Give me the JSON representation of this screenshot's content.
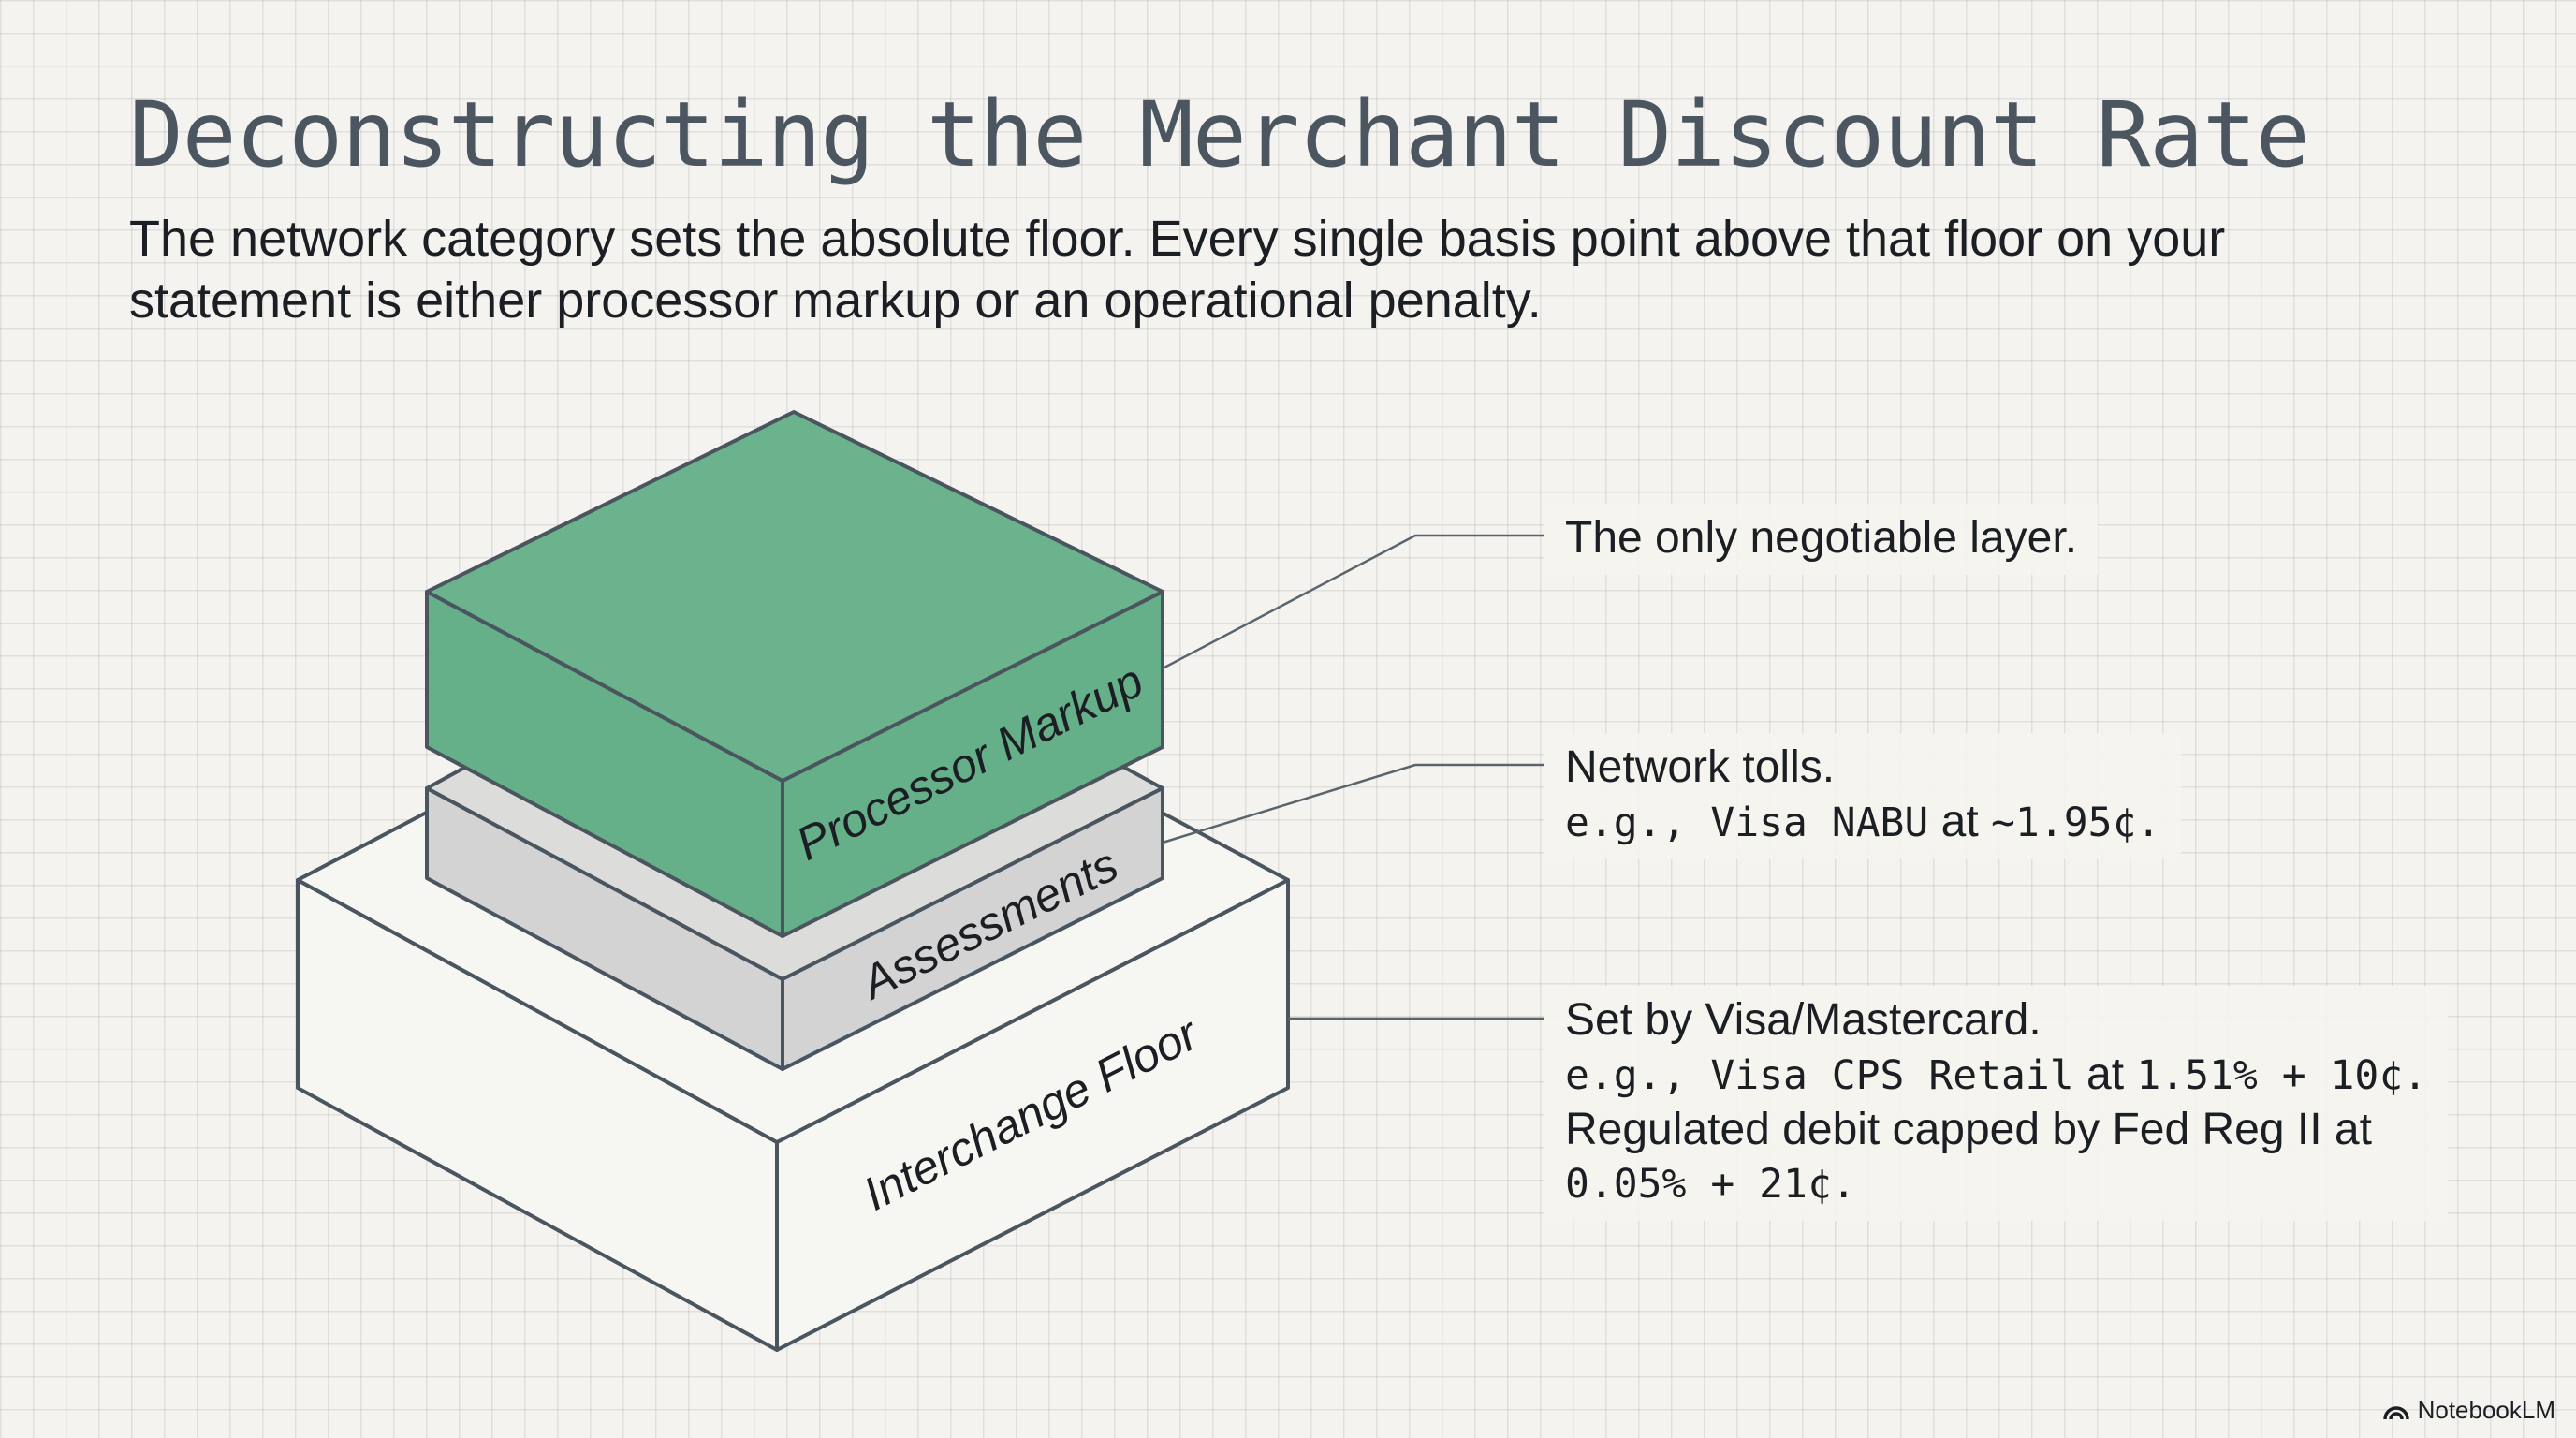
{
  "title": "Deconstructing the Merchant Discount Rate",
  "subtitle": "The network category sets the absolute floor. Every single basis point above that floor on your statement is either processor markup or an operational penalty.",
  "layers": {
    "markup": {
      "label": "Processor Markup",
      "color": "#66b089"
    },
    "assessments": {
      "label": "Assessments",
      "color": "#d3d3d3"
    },
    "interchange": {
      "label": "Interchange Floor",
      "color": "#f6f6f3"
    }
  },
  "callouts": {
    "markup": {
      "line1": "The only negotiable layer."
    },
    "assessments": {
      "line1": "Network tolls.",
      "line2_prefix": "e.g., Visa NABU",
      "line2_mid": " at ",
      "line2_value": "~1.95¢."
    },
    "interchange": {
      "line1": "Set by Visa/Mastercard.",
      "line2_prefix": "e.g., Visa CPS Retail",
      "line2_mid": " at ",
      "line2_value": "1.51% + 10¢.",
      "line3": "Regulated debit capped by Fed Reg II at",
      "line4": "0.05% + 21¢."
    }
  },
  "branding": {
    "name": "NotebookLM"
  }
}
